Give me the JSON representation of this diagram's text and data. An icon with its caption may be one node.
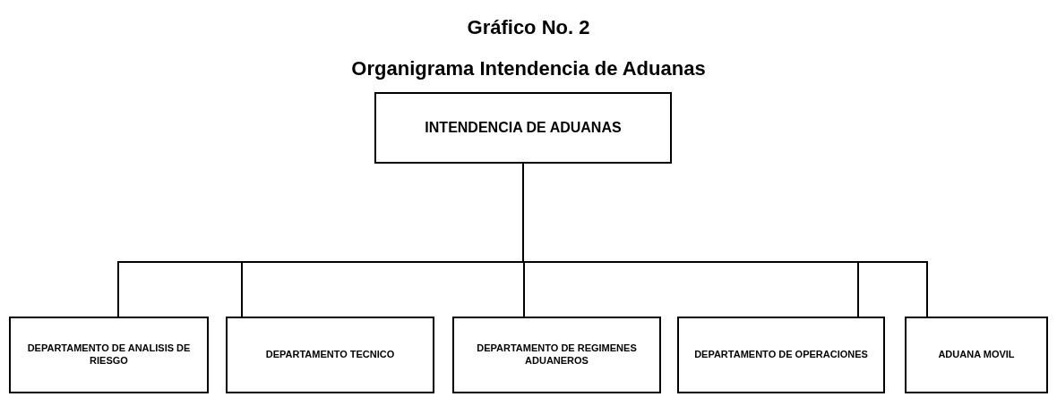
{
  "diagram": {
    "title": "Gráfico No. 2",
    "caption": "Organigrama Intendencia de Aduanas",
    "nodes": [
      {
        "text": [
          "INTENDENCIA DE ADUANAS"
        ]
      },
      {
        "text": [
          "DEPARTAMENTO DE ANALISIS DE RIESGO"
        ]
      },
      {
        "text": [
          "DEPARTAMENTO TECNICO"
        ]
      },
      {
        "text": [
          "DEPARTAMENTO DE REGIMENES ADUANEROS"
        ]
      },
      {
        "text": [
          "DEPARTAMENTO DE OPERACIONES"
        ]
      },
      {
        "text": [
          "ADUANA MOVIL"
        ]
      }
    ],
    "edges": [
      {
        "from": 0,
        "to": 1,
        "arrow": "none"
      },
      {
        "from": 0,
        "to": 2,
        "arrow": "none"
      },
      {
        "from": 0,
        "to": 3,
        "arrow": "none"
      },
      {
        "from": 0,
        "to": 4,
        "arrow": "none"
      },
      {
        "from": 0,
        "to": 5,
        "arrow": "none"
      }
    ]
  }
}
